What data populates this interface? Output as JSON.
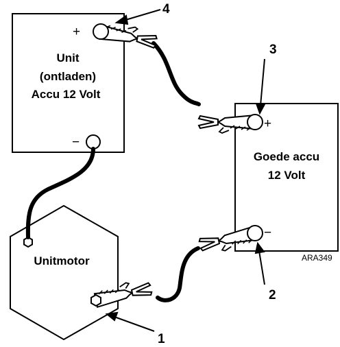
{
  "discharged_battery": {
    "line1": "Unit",
    "line2": "(ontladen)",
    "line3": "Accu 12 Volt",
    "plus": "+",
    "minus": "−"
  },
  "good_battery": {
    "line1": "Goede accu",
    "line2": "12 Volt",
    "plus": "+",
    "minus": "−"
  },
  "engine": {
    "label": "Unitmotor"
  },
  "callouts": [
    "1",
    "2",
    "3",
    "4"
  ],
  "figure_code": "ARA349",
  "colors": {
    "stroke": "#000000",
    "background": "#ffffff"
  }
}
